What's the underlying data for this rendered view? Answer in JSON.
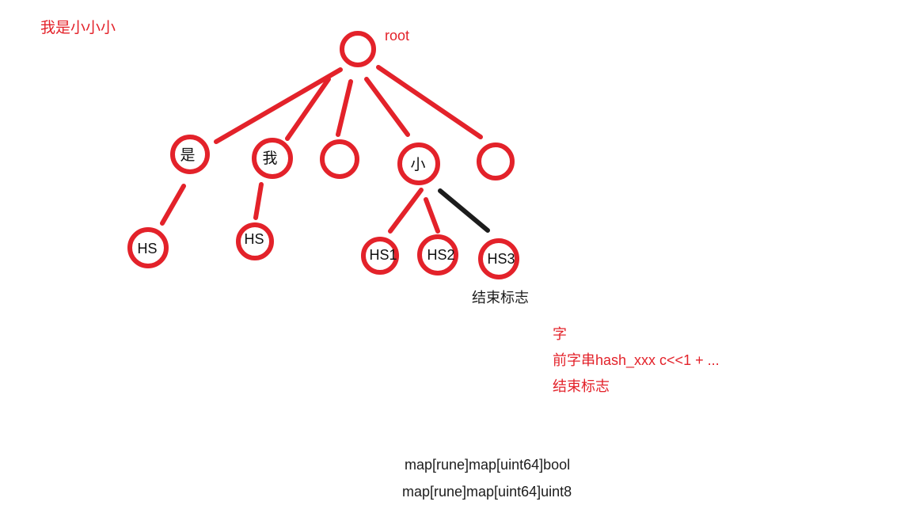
{
  "colors": {
    "red": "#e3222a",
    "black": "#1c1c1c",
    "canvas_bg": "#ffffff"
  },
  "labels": {
    "top_left": "我是小小小",
    "root": "root",
    "end_flag_black": "结束标志"
  },
  "nodes": {
    "shi": "是",
    "wo": "我",
    "xiao": "小",
    "hs_left": "HS",
    "hs_mid": "HS",
    "hs1": "HS1",
    "hs2": "HS2",
    "hs3": "HS3"
  },
  "notes_red": {
    "line1": "字",
    "line2": "前字串hash_xxx c<<1 + ...",
    "line3": "结束标志"
  },
  "code": {
    "line1": "map[rune]map[uint64]bool",
    "line2": "map[rune]map[uint64]uint8"
  }
}
